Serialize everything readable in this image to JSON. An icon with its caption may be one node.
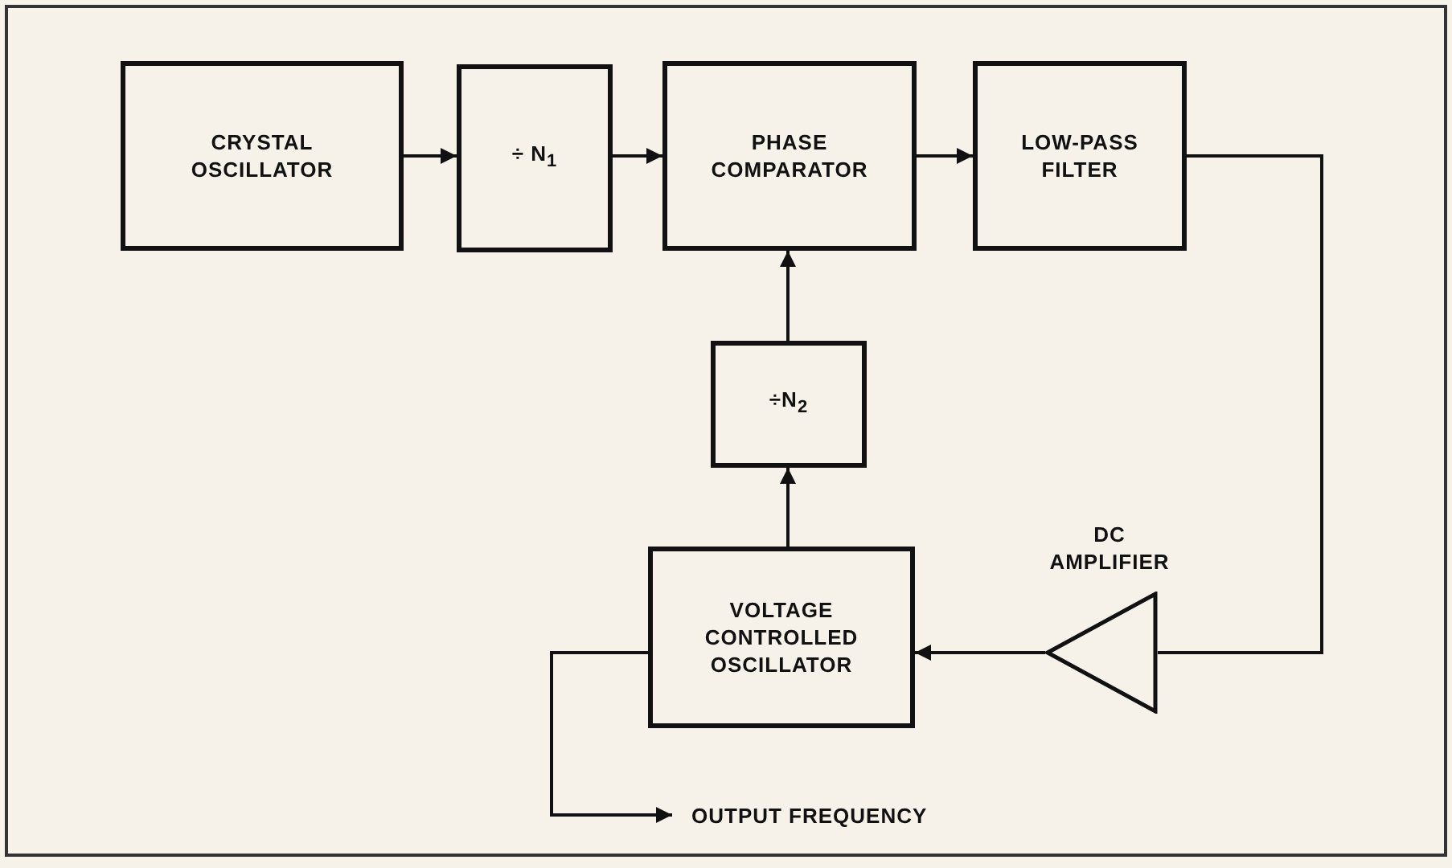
{
  "diagram": {
    "nodes": [
      {
        "text": [
          "CRYSTAL OSCILLATOR"
        ]
      },
      {
        "text": [
          "÷ N$_{1}$"
        ]
      },
      {
        "text": [
          "PHASE COMPARATOR"
        ]
      },
      {
        "text": [
          "LOW-PASS FILTER"
        ]
      },
      {
        "text": [
          "÷N$_{2}$"
        ]
      },
      {
        "text": [
          "VOLTAGE CONTROLLED OSCILLATOR"
        ]
      },
      {
        "text": [
          "DC AMPLIFIER"
        ]
      },
      {
        "text": [
          "OUTPUT FREQUENCY"
        ]
      }
    ],
    "edges": [
      {
        "from": 0,
        "to": 1,
        "arrow": "to"
      },
      {
        "from": 1,
        "to": 2,
        "arrow": "to"
      },
      {
        "from": 2,
        "to": 3,
        "arrow": "to"
      },
      {
        "from": 3,
        "to": 6,
        "arrow": "none"
      },
      {
        "from": 6,
        "to": 5,
        "arrow": "to"
      },
      {
        "from": 5,
        "to": 4,
        "arrow": "to"
      },
      {
        "from": 4,
        "to": 2,
        "arrow": "to"
      },
      {
        "from": 5,
        "to": 7,
        "arrow": "to"
      }
    ]
  }
}
